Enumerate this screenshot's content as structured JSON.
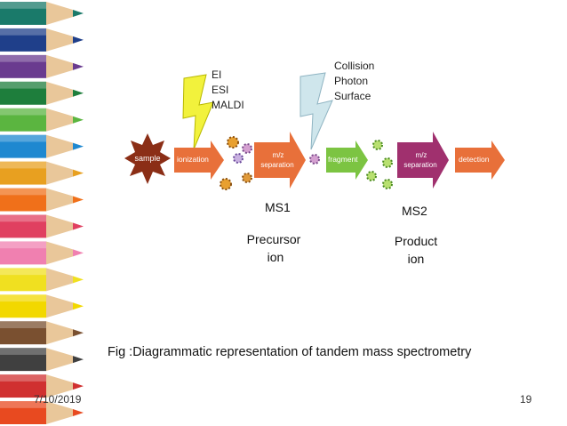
{
  "slide": {
    "caption": "Fig :Diagrammatic representation of tandem mass spectrometry",
    "date": "7/10/2019",
    "page_number": "19"
  },
  "ionization_methods": [
    "EI",
    "ESI",
    "MALDI"
  ],
  "fragmentation_methods": [
    "Collision",
    "Photon",
    "Surface"
  ],
  "flow": {
    "sample": "sample",
    "ionization": "ionization",
    "separation1": [
      "m/z",
      "separation"
    ],
    "fragment": "fragment",
    "separation2": [
      "m/z",
      "separation"
    ],
    "detection": "detection"
  },
  "stages": {
    "ms1": "MS1",
    "ms2": "MS2",
    "precursor": [
      "Precursor",
      "ion"
    ],
    "product": [
      "Product",
      "ion"
    ]
  },
  "colors": {
    "sample": "#8b2e16",
    "orange_arrow": "#e8703a",
    "fragment_arrow": "#7cc442",
    "ms2_arrow": "#a0306e",
    "bolt1": "#f2f23c",
    "bolt2": "#cfe6ec"
  },
  "pencils": [
    "#1a7a6a",
    "#1f3f8a",
    "#6a3b8f",
    "#1e7e3c",
    "#5bb540",
    "#1e88d0",
    "#e8a020",
    "#f0701a",
    "#e04060",
    "#f080b0",
    "#f0e020",
    "#f2d800",
    "#7a5030",
    "#404040",
    "#d03030",
    "#e84a20"
  ]
}
